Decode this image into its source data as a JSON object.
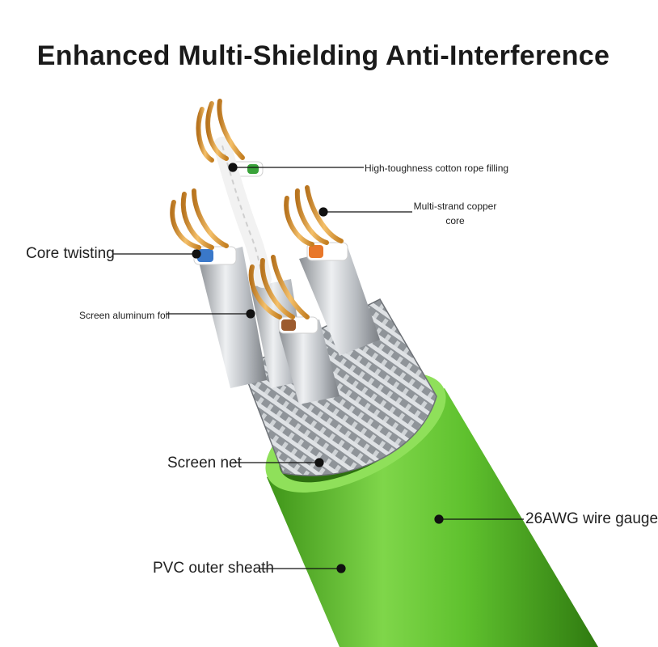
{
  "title": "Enhanced Multi-Shielding Anti-Interference",
  "colors": {
    "sheath": "#5fc12e",
    "sheath_dark": "#3e9418",
    "sheath_light": "#8fe05a",
    "copper": "#e8a23c",
    "foil": "#c9ccd0",
    "braid": "#b8bcc0",
    "leader": "#111111"
  },
  "callouts": {
    "cotton": "High-toughness cotton rope filling",
    "copper_line1": "Multi-strand copper",
    "copper_line2": "core",
    "twisting": "Core twisting",
    "foil": "Screen aluminum foil",
    "net": "Screen net",
    "gauge": "26AWG wire gauge",
    "sheath": "PVC outer sheath"
  }
}
